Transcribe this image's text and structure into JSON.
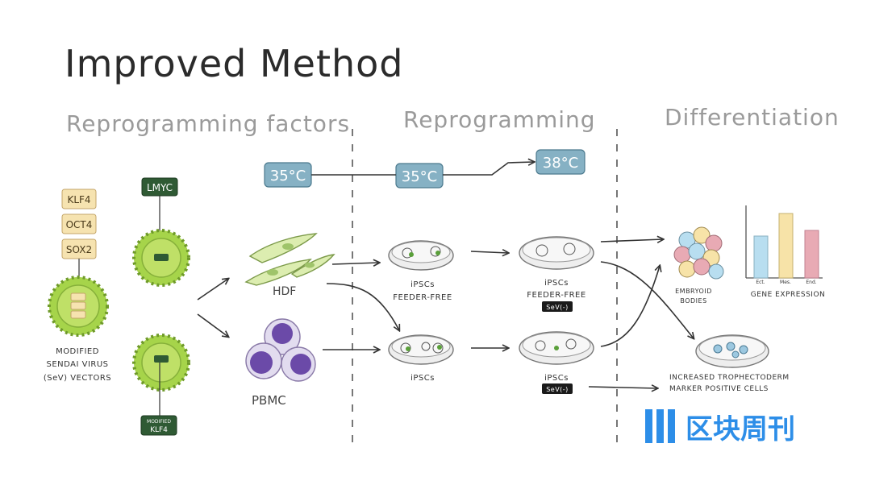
{
  "title": "Improved Method",
  "sections": {
    "factors": "Reprogramming factors",
    "reprogramming": "Reprogramming",
    "differentiation": "Differentiation"
  },
  "factors": {
    "klf4": "KLF4",
    "oct4": "OCT4",
    "sox2": "SOX2",
    "lmyc": "LMYC",
    "modified_klf4_line1": "MODIFIED",
    "modified_klf4_line2": "KLF4"
  },
  "vectors_caption": [
    "MODIFIED",
    "SENDAI VIRUS",
    "(SeV) VECTORS"
  ],
  "temperatures": {
    "t1": "35°C",
    "t2": "35°C",
    "t3": "38°C"
  },
  "cells": {
    "hdf": "HDF",
    "pbmc": "PBMC"
  },
  "dishes": {
    "top_left_line1": "iPSCs",
    "top_left_line2": "FEEDER-FREE",
    "top_right_line1": "iPSCs",
    "top_right_line2": "FEEDER-FREE",
    "top_right_badge": "SeV(-)",
    "bottom_left": "iPSCs",
    "bottom_right": "iPSCs",
    "bottom_right_badge": "SeV(-)"
  },
  "outcomes": {
    "embryoid_line1": "EMBRYOID",
    "embryoid_line2": "BODIES",
    "gene_expression": "GENE EXPRESSION",
    "bar_labels": [
      "Ect.",
      "Mes.",
      "End."
    ],
    "tropho_line1": "INCREASED TROPHECTODERM",
    "tropho_line2": "MARKER POSITIVE CELLS"
  },
  "watermark": "区块周刊",
  "colors": {
    "virus_green": "#a6d44a",
    "factor_box": "#f6e3b0",
    "temp_box": "#86b1c4",
    "lmyc_box": "#2f5a34",
    "bar_blue": "#b8def0",
    "bar_yellow": "#f7e3a8",
    "bar_red": "#e8aab4",
    "watermark_blue": "#2d8ee8"
  }
}
